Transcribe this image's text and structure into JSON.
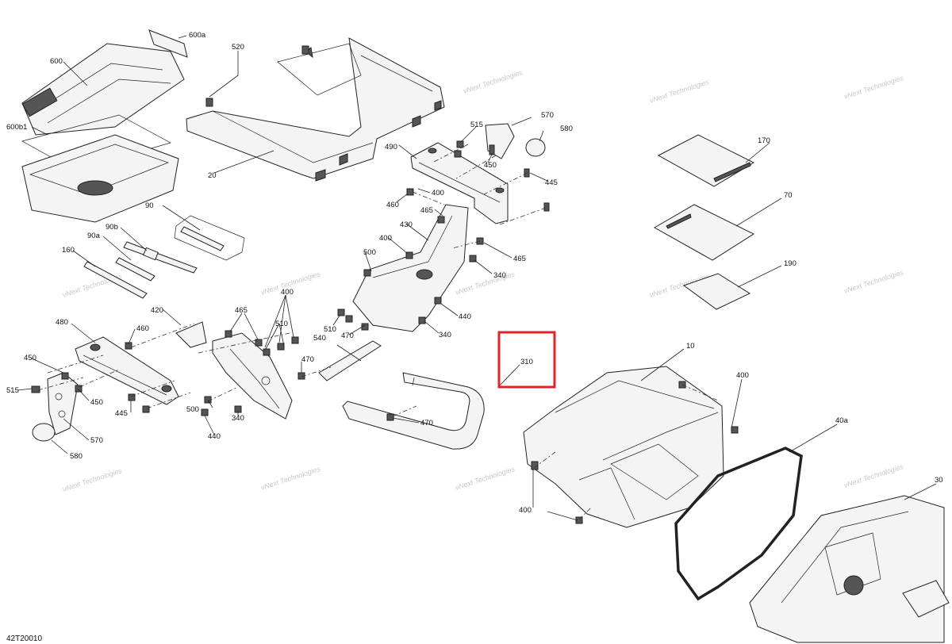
{
  "diagram": {
    "drawing_number": "42T20010",
    "watermark_top": "vNext",
    "watermark_bottom": "Technologies",
    "watermark_full": "vNext Technologies",
    "highlight_color": "#e0262b",
    "highlighted_part": "310",
    "labels": {
      "p600a": "600a",
      "p600": "600",
      "p600b1": "600b1",
      "p520": "520",
      "p20": "20",
      "p515a": "515",
      "p570a": "570",
      "p580a": "580",
      "p490": "490",
      "p450a": "450",
      "p445a": "445",
      "p460a": "460",
      "p400a": "400",
      "p465a": "465",
      "p430": "430",
      "p400b": "400",
      "p465b": "465",
      "p500a": "500",
      "p340a": "340",
      "p440a": "440",
      "p510a": "510",
      "p470a": "470",
      "p340b": "340",
      "p90": "90",
      "p90b": "90b",
      "p90a": "90a",
      "p160": "160",
      "p420": "420",
      "p480": "480",
      "p460b": "460",
      "p465c": "465",
      "p400c": "400",
      "p510b": "510",
      "p540": "540",
      "p470b": "470",
      "p450b": "450",
      "p515b": "515",
      "p450c": "450",
      "p445b": "445",
      "p500b": "500",
      "p440b": "440",
      "p340c": "340",
      "p570b": "570",
      "p580b": "580",
      "p470c": "470",
      "p310": "310",
      "p170": "170",
      "p70": "70",
      "p190": "190",
      "p10": "10",
      "p400d": "400",
      "p40a": "40a",
      "p30": "30",
      "p400e": "400"
    }
  }
}
